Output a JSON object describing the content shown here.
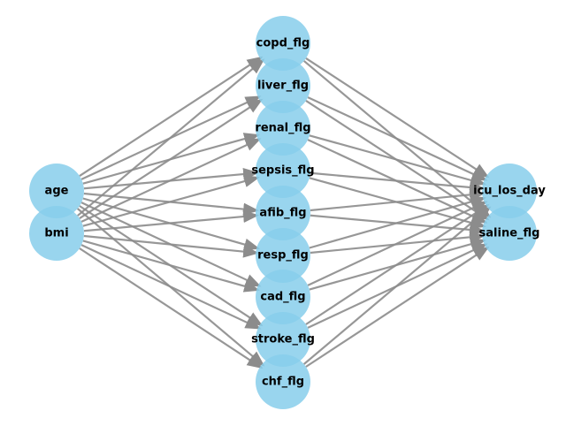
{
  "diagram": {
    "node_color": "#87CEEB",
    "edge_color": "#8c8c8c",
    "columns": [
      {
        "id": "inputs",
        "nodes": [
          {
            "id": "age",
            "label": "age"
          },
          {
            "id": "bmi",
            "label": "bmi"
          }
        ]
      },
      {
        "id": "middle",
        "nodes": [
          {
            "id": "copd_flg",
            "label": "copd_flg"
          },
          {
            "id": "liver_flg",
            "label": "liver_flg"
          },
          {
            "id": "renal_flg",
            "label": "renal_flg"
          },
          {
            "id": "sepsis_flg",
            "label": "sepsis_flg"
          },
          {
            "id": "afib_flg",
            "label": "afib_flg"
          },
          {
            "id": "resp_flg",
            "label": "resp_flg"
          },
          {
            "id": "cad_flg",
            "label": "cad_flg"
          },
          {
            "id": "stroke_flg",
            "label": "stroke_flg"
          },
          {
            "id": "chf_flg",
            "label": "chf_flg"
          }
        ]
      },
      {
        "id": "outputs",
        "nodes": [
          {
            "id": "icu_los_day",
            "label": "icu_los_day"
          },
          {
            "id": "saline_flg",
            "label": "saline_flg"
          }
        ]
      }
    ],
    "edges_rule": "fully-connected between consecutive columns"
  }
}
